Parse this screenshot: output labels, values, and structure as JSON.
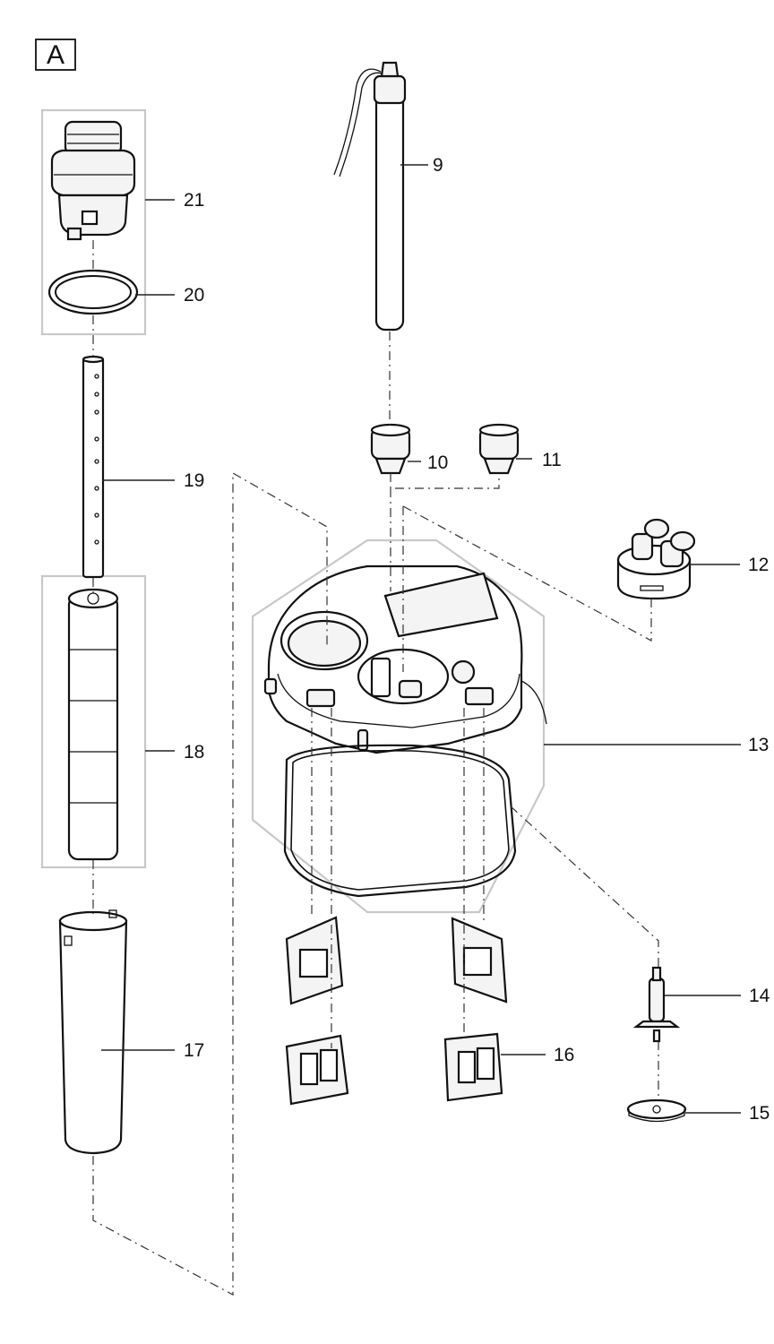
{
  "figure": {
    "section_label": "A",
    "callouts": {
      "c9": "9",
      "c10": "10",
      "c11": "11",
      "c12": "12",
      "c13": "13",
      "c14": "14",
      "c15": "15",
      "c16": "16",
      "c17": "17",
      "c18": "18",
      "c19": "19",
      "c20": "20",
      "c21": "21"
    }
  }
}
